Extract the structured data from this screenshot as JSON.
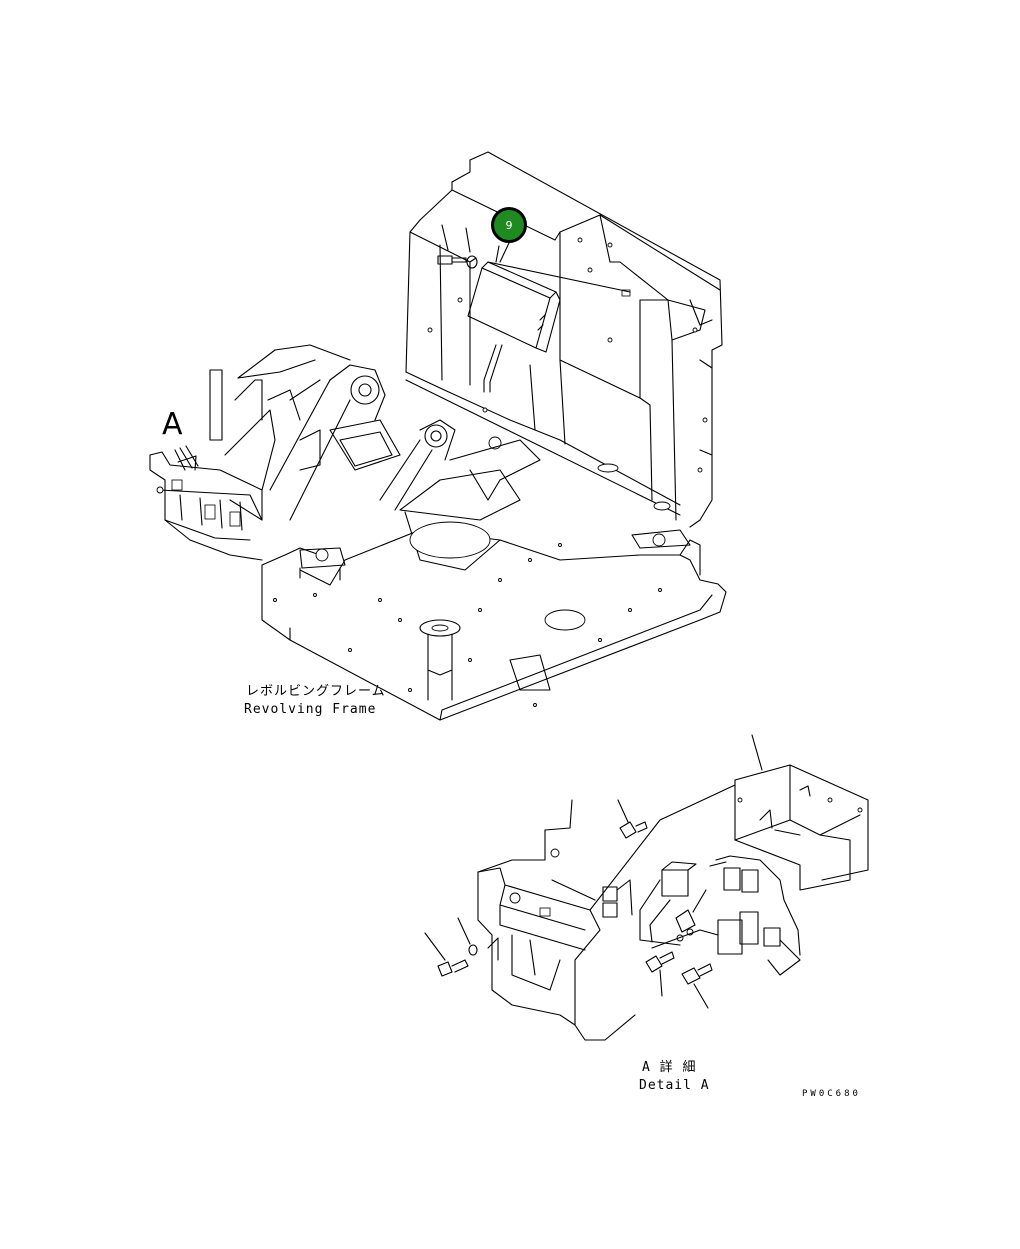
{
  "callouts": [
    {
      "label": "9"
    }
  ],
  "frame_label": {
    "jp": "レボルビングフレーム",
    "en": "Revolving Frame"
  },
  "view_marker": "A",
  "detail_label": {
    "jp": "A 詳 細",
    "en": "Detail A"
  },
  "drawing_code": "PW0C680",
  "colors": {
    "callout_fill": "#1f8a1f",
    "line": "#000000",
    "background": "#ffffff"
  }
}
